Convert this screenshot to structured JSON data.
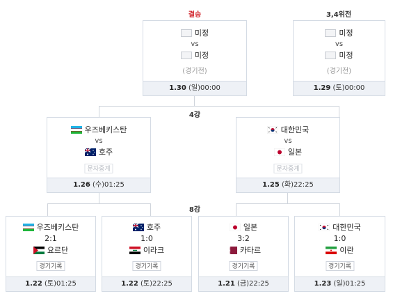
{
  "labels": {
    "final": "결승",
    "third_place": "3,4위전",
    "semi": "4강",
    "quarter": "8강"
  },
  "final": {
    "team1": "미정",
    "vs": "vs",
    "team2": "미정",
    "status": "(경기전)",
    "date": "1.30",
    "day": "(일)",
    "time": "00:00"
  },
  "third": {
    "team1": "미정",
    "vs": "vs",
    "team2": "미정",
    "status": "(경기전)",
    "date": "1.29",
    "day": "(토)",
    "time": "00:00"
  },
  "semi1": {
    "team1": "우즈베키스탄",
    "team1_flag": "uzbekistan",
    "vs": "vs",
    "team2": "호주",
    "team2_flag": "australia",
    "button": "문자중계",
    "date": "1.26",
    "day": "(수)",
    "time": "01:25"
  },
  "semi2": {
    "team1": "대한민국",
    "team1_flag": "korea",
    "vs": "vs",
    "team2": "일본",
    "team2_flag": "japan",
    "button": "문자중계",
    "date": "1.25",
    "day": "(화)",
    "time": "22:25"
  },
  "quarters": [
    {
      "team1": "우즈베키스탄",
      "team1_flag": "uzbekistan",
      "score": "2:1",
      "team2": "요르단",
      "team2_flag": "jordan",
      "button": "경기기록",
      "date": "1.22",
      "day": "(토)",
      "time": "01:25"
    },
    {
      "team1": "호주",
      "team1_flag": "australia",
      "score": "1:0",
      "team2": "이라크",
      "team2_flag": "iraq",
      "button": "경기기록",
      "date": "1.22",
      "day": "(토)",
      "time": "22:25"
    },
    {
      "team1": "일본",
      "team1_flag": "japan",
      "score": "3:2",
      "team2": "카타르",
      "team2_flag": "qatar",
      "button": "경기기록",
      "date": "1.21",
      "day": "(금)",
      "time": "22:25"
    },
    {
      "team1": "대한민국",
      "team1_flag": "korea",
      "score": "1:0",
      "team2": "이란",
      "team2_flag": "iran",
      "button": "경기기록",
      "date": "1.23",
      "day": "(일)",
      "time": "01:25"
    }
  ],
  "colors": {
    "final_label": "#d2232a",
    "border": "#d4dbe4",
    "footer_bg": "#eef1f6"
  }
}
